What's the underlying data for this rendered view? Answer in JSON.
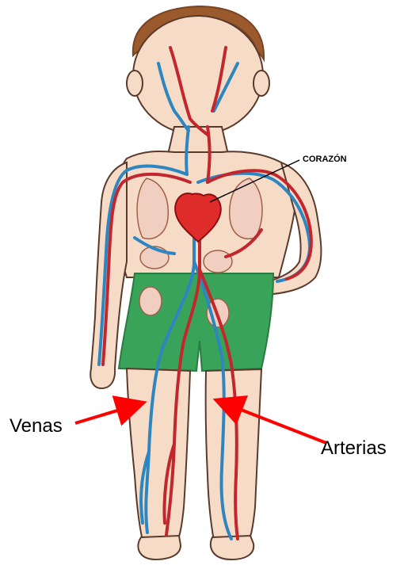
{
  "diagram": {
    "labels": {
      "heart": "CORAZÓN",
      "veins": "Venas",
      "arteries": "Arterias"
    },
    "colors": {
      "skin": "#f6dcc6",
      "outline": "#5b3a2e",
      "hair": "#9a5a2c",
      "hair_dark": "#7a4321",
      "shorts": "#3aa35a",
      "artery": "#c1272d",
      "vein": "#2e86c1",
      "heart": "#e02b2b",
      "organ_fill": "#f1cfc0",
      "annotation_arrow": "#ff0000",
      "text": "#000000"
    }
  }
}
